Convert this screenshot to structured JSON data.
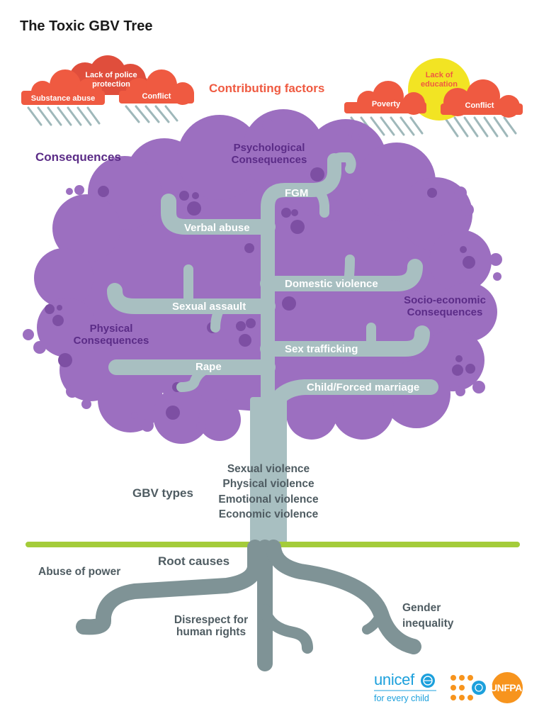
{
  "title": "The Toxic GBV Tree",
  "labels": {
    "contributing_factors": "Contributing factors",
    "consequences": "Consequences",
    "gbv_types": "GBV types",
    "root_causes": "Root causes"
  },
  "clouds": {
    "lack_of_police": "Lack of police protection",
    "substance_abuse": "Substance abuse",
    "conflict_left": "Conflict",
    "lack_of_education": "Lack of education",
    "poverty": "Poverty",
    "conflict_right": "Conflict"
  },
  "consequence_groups": {
    "psychological": "Psychological Consequences",
    "physical": "Physical Consequences",
    "socio_economic": "Socio-economic Consequences"
  },
  "branches": {
    "fgm": "FGM",
    "verbal_abuse": "Verbal abuse",
    "domestic_violence": "Domestic violence",
    "sexual_assault": "Sexual assault",
    "sex_trafficking": "Sex trafficking",
    "rape": "Rape",
    "child_forced_marriage": "Child/Forced marriage"
  },
  "gbv_types": [
    "Sexual violence",
    "Physical violence",
    "Emotional violence",
    "Economic violence"
  ],
  "roots": {
    "abuse_of_power": "Abuse of power",
    "disrespect_line1": "Disrespect for",
    "disrespect_line2": "human rights",
    "gender_line1": "Gender",
    "gender_line2": "inequality"
  },
  "logos": {
    "unicef": "unicef",
    "unicef_tagline": "for every child",
    "unfpa": "UNFPA"
  },
  "colors": {
    "crown": "#9c6fc0",
    "crown_dots": "#7d4fa3",
    "branch": "#a8bfc1",
    "roots": "#7f9396",
    "ground": "#a4cc3a",
    "cloud": "#ef5a41",
    "sun": "#f2e423",
    "rain": "#9fb8ba",
    "unicef_blue": "#1ca0dc",
    "unfpa_orange": "#f7941d"
  },
  "icons": [
    "unicef-globe-icon",
    "un-emblem-icon"
  ]
}
